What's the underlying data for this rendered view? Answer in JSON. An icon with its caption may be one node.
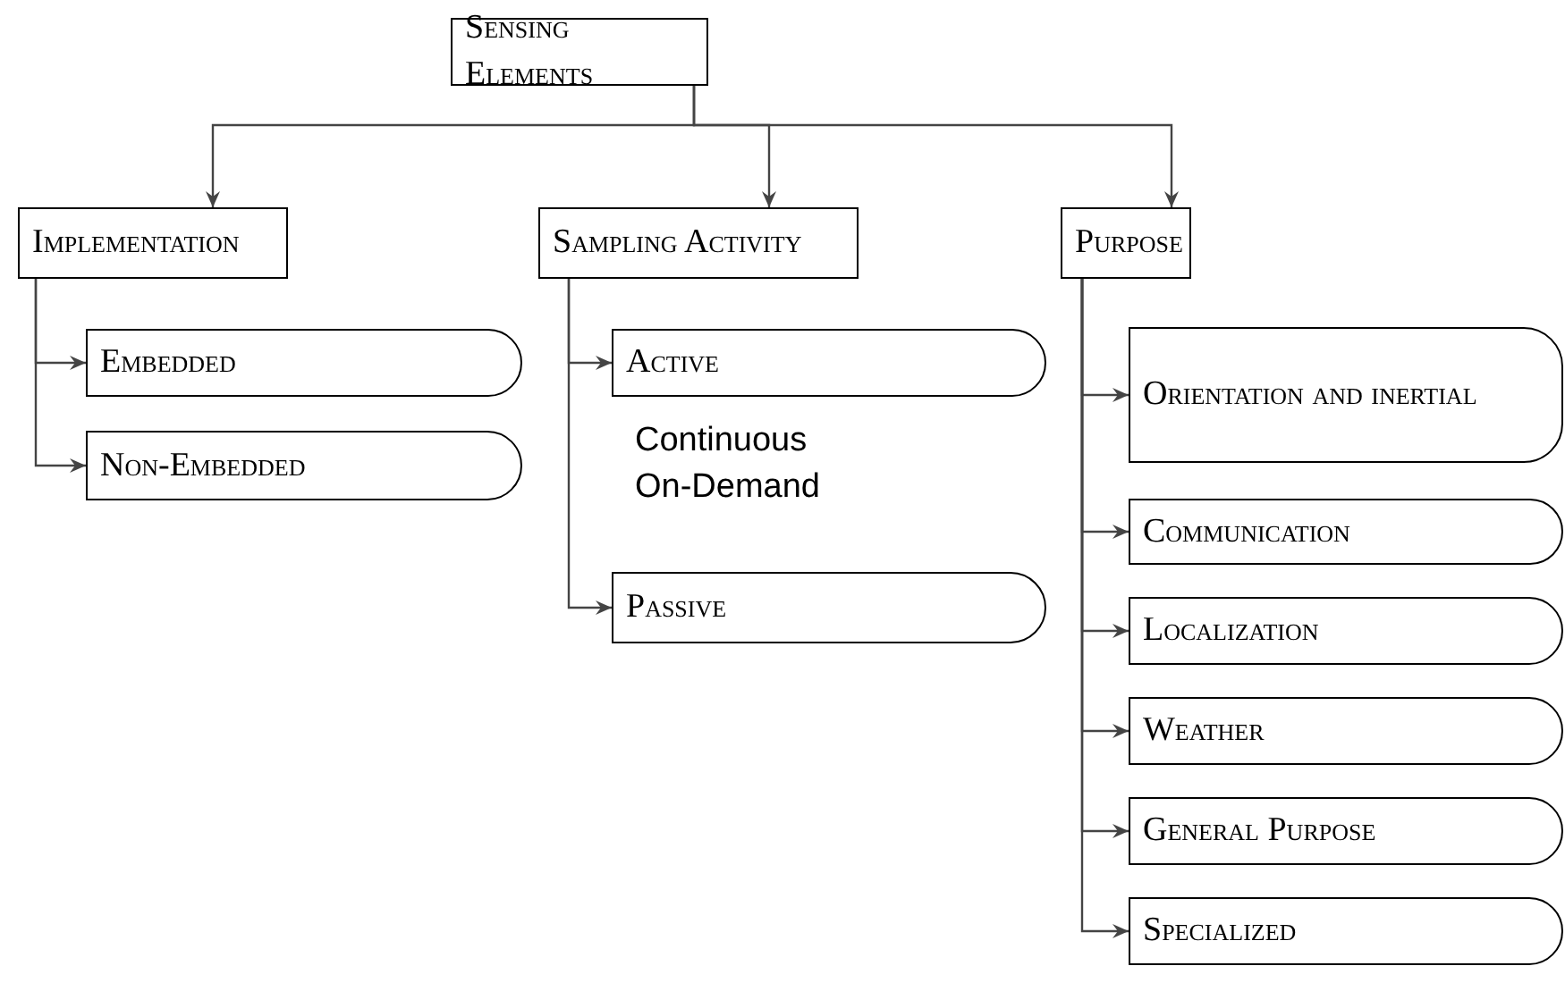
{
  "diagram": {
    "nodes": [
      {
        "text": [
          "Sensing Elements"
        ]
      },
      {
        "text": [
          "Implementation"
        ]
      },
      {
        "text": [
          "Sampling Activity"
        ]
      },
      {
        "text": [
          "Purpose"
        ]
      },
      {
        "text": [
          "Embedded"
        ]
      },
      {
        "text": [
          "Non-Embedded"
        ]
      },
      {
        "text": [
          "Active"
        ],
        "beside": [
          "Continuous",
          "On-Demand"
        ]
      },
      {
        "text": [
          "Passive"
        ]
      },
      {
        "text": [
          "Orientation and inertial"
        ]
      },
      {
        "text": [
          "Communication"
        ]
      },
      {
        "text": [
          "Localization"
        ]
      },
      {
        "text": [
          "Weather"
        ]
      },
      {
        "text": [
          "General Purpose"
        ]
      },
      {
        "text": [
          "Specialized"
        ]
      }
    ],
    "edges": [
      {
        "from": 0,
        "to": 1,
        "arrow": "to"
      },
      {
        "from": 0,
        "to": 2,
        "arrow": "to"
      },
      {
        "from": 0,
        "to": 3,
        "arrow": "to"
      },
      {
        "from": 1,
        "to": 4,
        "arrow": "to"
      },
      {
        "from": 1,
        "to": 5,
        "arrow": "to"
      },
      {
        "from": 2,
        "to": 6,
        "arrow": "to"
      },
      {
        "from": 2,
        "to": 7,
        "arrow": "to"
      },
      {
        "from": 3,
        "to": 8,
        "arrow": "to"
      },
      {
        "from": 3,
        "to": 9,
        "arrow": "to"
      },
      {
        "from": 3,
        "to": 10,
        "arrow": "to"
      },
      {
        "from": 3,
        "to": 11,
        "arrow": "to"
      },
      {
        "from": 3,
        "to": 12,
        "arrow": "to"
      },
      {
        "from": 3,
        "to": 13,
        "arrow": "to"
      }
    ]
  }
}
